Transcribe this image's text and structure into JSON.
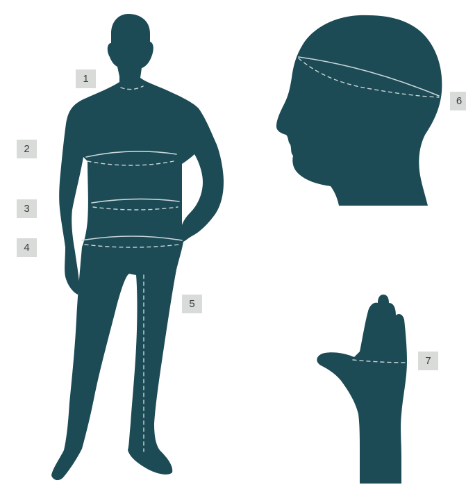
{
  "markers": [
    {
      "id": "1",
      "label": "1"
    },
    {
      "id": "2",
      "label": "2"
    },
    {
      "id": "3",
      "label": "3"
    },
    {
      "id": "4",
      "label": "4"
    },
    {
      "id": "5",
      "label": "5"
    },
    {
      "id": "6",
      "label": "6"
    },
    {
      "id": "7",
      "label": "7"
    }
  ],
  "colors": {
    "silhouette": "#1c4a55",
    "marker_background": "#d8dbd8",
    "marker_text": "#3a3d3f",
    "measure_line": "#c9d6da",
    "background": "#ffffff"
  }
}
